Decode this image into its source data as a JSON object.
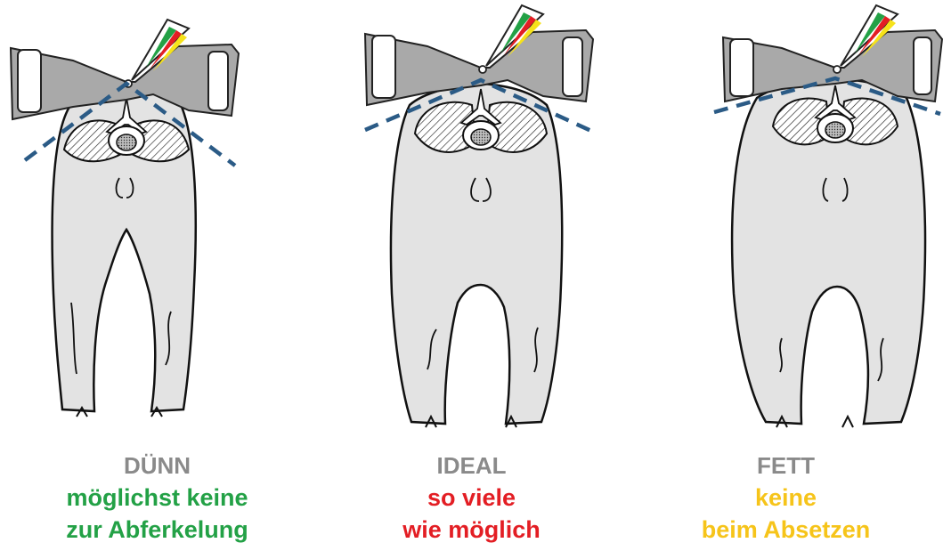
{
  "panels": [
    {
      "title": "DÜNN",
      "line1": "möglichst keine",
      "line2": "zur Abferkelung",
      "text_color": "#23a146"
    },
    {
      "title": "IDEAL",
      "line1": "so viele",
      "line2": "wie möglich",
      "text_color": "#e31e24"
    },
    {
      "title": "FETT",
      "line1": "keine",
      "line2": "beim Absetzen",
      "text_color": "#f6c41a"
    }
  ],
  "colors": {
    "title_gray": "#8a8a8a",
    "body_fill": "#e3e3e3",
    "caliper_fill": "#a9a9a9",
    "dashed_line": "#2b5b86",
    "scale_green": "#23a146",
    "scale_red": "#e31e24",
    "scale_yellow": "#f6e21a"
  },
  "icons": [
    "pig-rear-view-icon",
    "backfat-caliper-icon",
    "spine-cross-section-icon"
  ]
}
